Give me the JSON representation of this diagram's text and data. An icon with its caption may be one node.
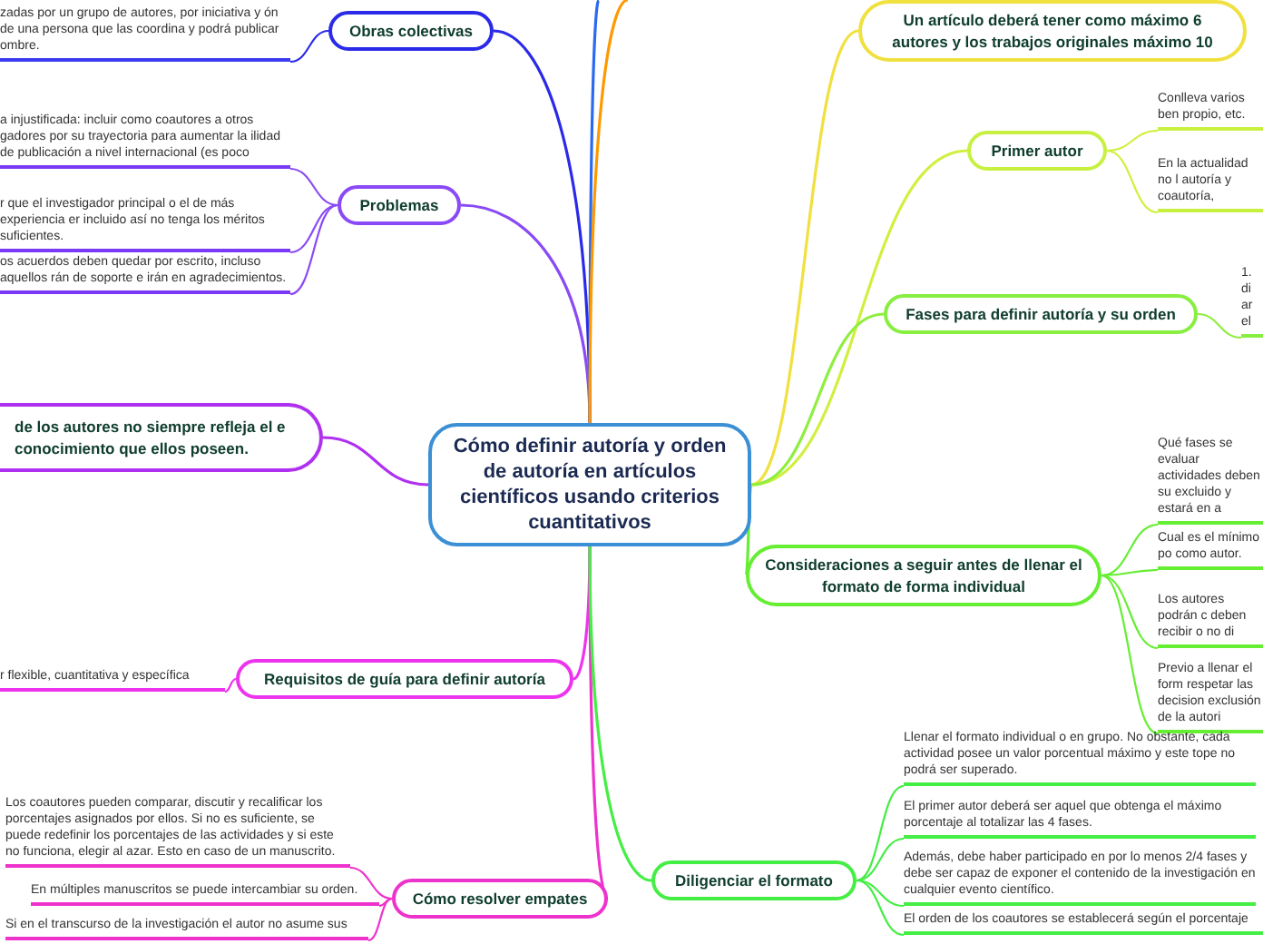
{
  "diagram": {
    "nodes": [
      {
        "text": [
          "Cómo definir autoría y orden de autoría en artículos científicos usando criterios cuantitativos"
        ]
      },
      {
        "text": [
          "Obras colectivas"
        ]
      },
      {
        "text": [
          "zadas por un grupo de autores, por iniciativa y ón de una persona que las coordina y podrá publicar ombre."
        ]
      },
      {
        "text": [
          "Problemas"
        ]
      },
      {
        "text": [
          "a injustificada: incluir como coautores a otros gadores por su trayectoria para aumentar la ilidad de publicación a nivel internacional (es poco"
        ]
      },
      {
        "text": [
          "r que el investigador principal o el de más experiencia er incluido así no tenga los méritos suficientes."
        ]
      },
      {
        "text": [
          "os acuerdos deben quedar por escrito, incluso aquellos rán de soporte e irán en agradecimientos."
        ]
      },
      {
        "text": [
          "de los autores no siempre refleja el e conocimiento que ellos poseen."
        ]
      },
      {
        "text": [
          "Requisitos de guía para definir autoría"
        ]
      },
      {
        "text": [
          "r flexible, cuantitativa y específica"
        ]
      },
      {
        "text": [
          "Cómo resolver empates"
        ]
      },
      {
        "text": [
          "Los coautores pueden comparar, discutir y recalificar los porcentajes asignados por ellos. Si no es suficiente, se puede redefinir los porcentajes de las actividades y si este no funciona, elegir al azar. Esto en caso de un manuscrito."
        ]
      },
      {
        "text": [
          "En múltiples manuscritos se puede intercambiar su orden."
        ]
      },
      {
        "text": [
          "Si en el transcurso de la investigación el autor no asume sus"
        ]
      },
      {
        "text": [
          "Un artículo deberá tener como máximo 6 autores y los trabajos originales máximo 10"
        ]
      },
      {
        "text": [
          "Primer autor"
        ]
      },
      {
        "text": [
          "Conlleva varios ben propio, etc."
        ]
      },
      {
        "text": [
          "En la actualidad no l autoría y coautoría,"
        ]
      },
      {
        "text": [
          "Fases para definir autoría y su orden"
        ]
      },
      {
        "text": [
          "1. di ar el"
        ]
      },
      {
        "text": [
          "Consideraciones a seguir antes de llenar el formato de forma individual"
        ]
      },
      {
        "text": [
          "Qué fases se evaluar actividades deben su excluido y estará en a"
        ]
      },
      {
        "text": [
          "Cual es el mínimo po como autor."
        ]
      },
      {
        "text": [
          "Los autores podrán c deben recibir o no di"
        ]
      },
      {
        "text": [
          "Previo a llenar el form respetar las decision exclusión de la autori"
        ]
      },
      {
        "text": [
          "Diligenciar el formato"
        ]
      },
      {
        "text": [
          "Llenar el formato individual o en grupo.  No obstante, cada actividad posee un valor porcentual máximo y este tope no podrá ser superado."
        ]
      },
      {
        "text": [
          "El primer autor deberá ser aquel que obtenga el máximo porcentaje al totalizar las 4 fases."
        ]
      },
      {
        "text": [
          "Además, debe haber participado en por lo menos 2/4 fases y debe ser capaz de exponer el contenido de la investigación en cualquier evento científico."
        ]
      },
      {
        "text": [
          "El orden de los coautores se establecerá según el porcentaje"
        ]
      }
    ],
    "edges": [
      {
        "from": 0,
        "to": 1,
        "arrow": "none",
        "color": "#2a2ae8"
      },
      {
        "from": 1,
        "to": 2,
        "arrow": "none",
        "color": "#2a2ae8"
      },
      {
        "from": 0,
        "to": 3,
        "arrow": "none",
        "color": "#8a4af5"
      },
      {
        "from": 3,
        "to": 4,
        "arrow": "none",
        "color": "#8a4af5"
      },
      {
        "from": 3,
        "to": 5,
        "arrow": "none",
        "color": "#8a4af5"
      },
      {
        "from": 3,
        "to": 6,
        "arrow": "none",
        "color": "#8a4af5"
      },
      {
        "from": 0,
        "to": 7,
        "arrow": "none",
        "color": "#b030f0"
      },
      {
        "from": 0,
        "to": 8,
        "arrow": "none",
        "color": "#ee33ee"
      },
      {
        "from": 8,
        "to": 9,
        "arrow": "none",
        "color": "#ee33ee"
      },
      {
        "from": 0,
        "to": 10,
        "arrow": "none",
        "color": "#ee33cc"
      },
      {
        "from": 10,
        "to": 11,
        "arrow": "none",
        "color": "#ee33cc"
      },
      {
        "from": 10,
        "to": 12,
        "arrow": "none",
        "color": "#ee33cc"
      },
      {
        "from": 10,
        "to": 13,
        "arrow": "none",
        "color": "#ee33cc"
      },
      {
        "from": 0,
        "to": 14,
        "arrow": "none",
        "color": "#f0e040"
      },
      {
        "from": 0,
        "to": 15,
        "arrow": "none",
        "color": "#d0f040"
      },
      {
        "from": 15,
        "to": 16,
        "arrow": "none",
        "color": "#d0f040"
      },
      {
        "from": 15,
        "to": 17,
        "arrow": "none",
        "color": "#d0f040"
      },
      {
        "from": 0,
        "to": 18,
        "arrow": "none",
        "color": "#90ee40"
      },
      {
        "from": 18,
        "to": 19,
        "arrow": "none",
        "color": "#90ee40"
      },
      {
        "from": 0,
        "to": 20,
        "arrow": "none",
        "color": "#66ee33"
      },
      {
        "from": 20,
        "to": 21,
        "arrow": "none",
        "color": "#66ee33"
      },
      {
        "from": 20,
        "to": 22,
        "arrow": "none",
        "color": "#66ee33"
      },
      {
        "from": 20,
        "to": 23,
        "arrow": "none",
        "color": "#66ee33"
      },
      {
        "from": 20,
        "to": 24,
        "arrow": "none",
        "color": "#66ee33"
      },
      {
        "from": 0,
        "to": 25,
        "arrow": "none",
        "color": "#44ee44"
      },
      {
        "from": 25,
        "to": 26,
        "arrow": "none",
        "color": "#44ee44"
      },
      {
        "from": 25,
        "to": 27,
        "arrow": "none",
        "color": "#44ee44"
      },
      {
        "from": 25,
        "to": 28,
        "arrow": "none",
        "color": "#44ee44"
      },
      {
        "from": 25,
        "to": 29,
        "arrow": "none",
        "color": "#44ee44"
      },
      {
        "from": 0,
        "to": null,
        "arrow": "none",
        "color": "#2a6af0"
      },
      {
        "from": 0,
        "to": null,
        "arrow": "none",
        "color": "#ff9900"
      }
    ]
  }
}
